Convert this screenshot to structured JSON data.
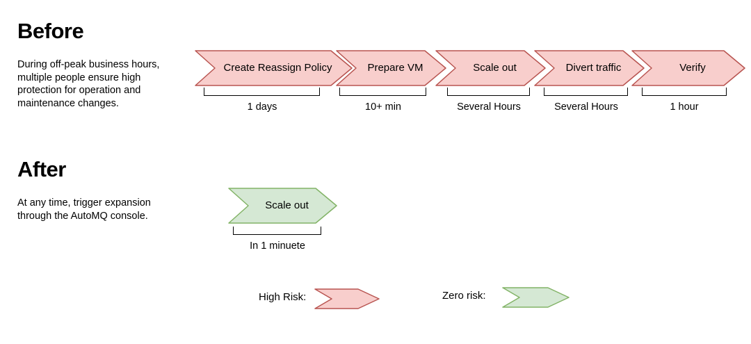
{
  "colors": {
    "high_risk_fill": "#f8cecc",
    "high_risk_stroke": "#b85450",
    "zero_risk_fill": "#d5e8d4",
    "zero_risk_stroke": "#82b366",
    "text": "#000000"
  },
  "before": {
    "heading": "Before",
    "description": "During off-peak business hours, multiple people ensure high protection for operation and maintenance changes.",
    "steps": [
      {
        "label": "Create Reassign Policy",
        "duration": "1 days",
        "risk": "high"
      },
      {
        "label": "Prepare VM",
        "duration": "10+ min",
        "risk": "high"
      },
      {
        "label": "Scale out",
        "duration": "Several Hours",
        "risk": "high"
      },
      {
        "label": "Divert traffic",
        "duration": "Several Hours",
        "risk": "high"
      },
      {
        "label": "Verify",
        "duration": "1 hour",
        "risk": "high"
      }
    ]
  },
  "after": {
    "heading": "After",
    "description": "At any time, trigger expansion through the AutoMQ console.",
    "steps": [
      {
        "label": "Scale out",
        "duration": "In 1 minuete",
        "risk": "zero"
      }
    ]
  },
  "legend": {
    "high_risk_label": "High Risk:",
    "zero_risk_label": "Zero risk:"
  }
}
